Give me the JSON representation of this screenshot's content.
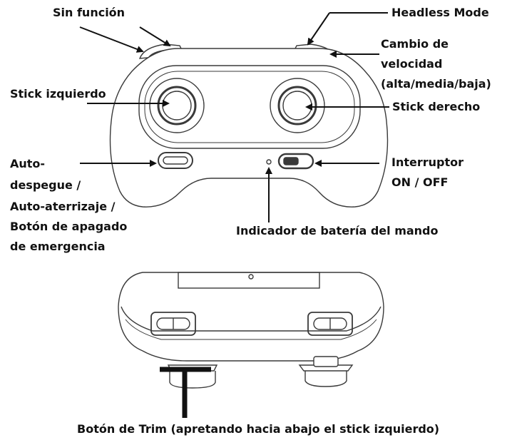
{
  "labels": {
    "sin_funcion": "Sin función",
    "headless_mode": "Headless Mode",
    "cambio_velocidad": [
      "Cambio de",
      "velocidad",
      "(alta/media/baja)"
    ],
    "stick_izquierdo": "Stick izquierdo",
    "stick_derecho": "Stick derecho",
    "auto_despegue": [
      "Auto-",
      "despegue /",
      "Auto-aterrizaje /",
      "Botón de apagado",
      "de emergencia"
    ],
    "interruptor": [
      "Interruptor",
      "ON / OFF"
    ],
    "indicador_bateria": "Indicador de batería del mando",
    "boton_trim": "Botón de Trim (apretando hacia abajo el stick izquierdo)"
  },
  "colors": {
    "outline": "#3a3a3a",
    "arrow": "#111111",
    "background": "#ffffff"
  }
}
